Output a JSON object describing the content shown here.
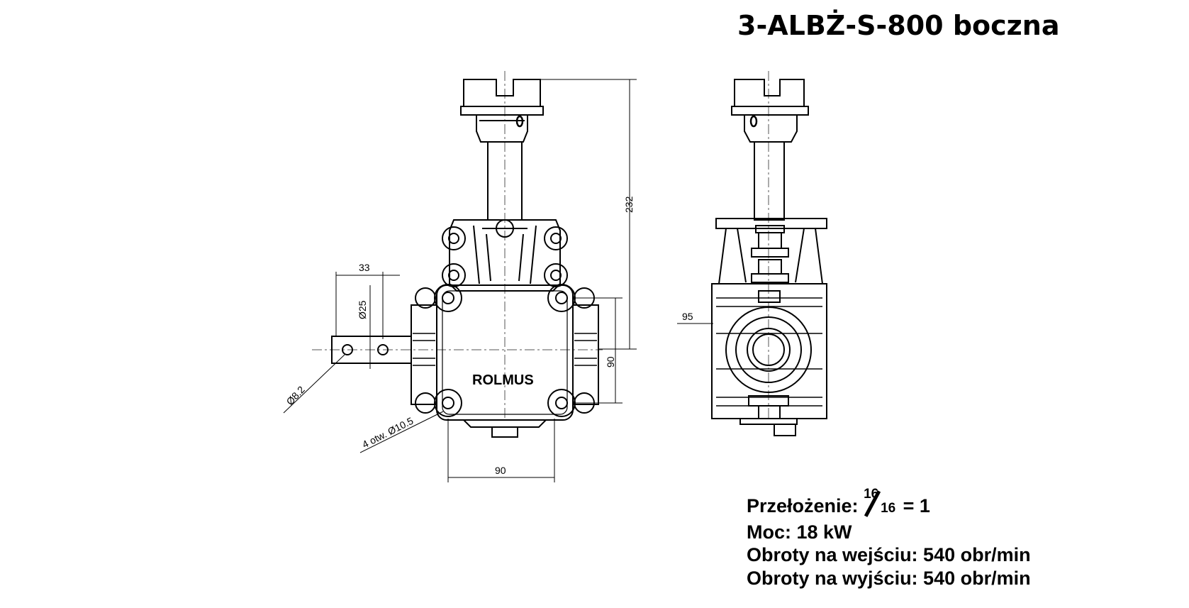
{
  "title": "3-ALBŻ-S-800 boczna",
  "front_view": {
    "logo_text": "ROLMUS",
    "dimensions": {
      "height": "232",
      "shaft_offset": "33",
      "shaft_diameter": "Ø25",
      "pin_hole": "Ø8.2",
      "mount_holes": "4 otw. Ø10.5",
      "width": "90",
      "body_height": "90"
    }
  },
  "side_view": {
    "dimensions": {
      "depth": "95"
    }
  },
  "specs": {
    "ratio_label": "Przełożenie:",
    "ratio_num": "16",
    "ratio_den": "16",
    "ratio_result": "= 1",
    "power": "Moc: 18 kW",
    "input_speed": "Obroty na wejściu: 540 obr/min",
    "output_speed": "Obroty na wyjściu: 540 obr/min"
  }
}
